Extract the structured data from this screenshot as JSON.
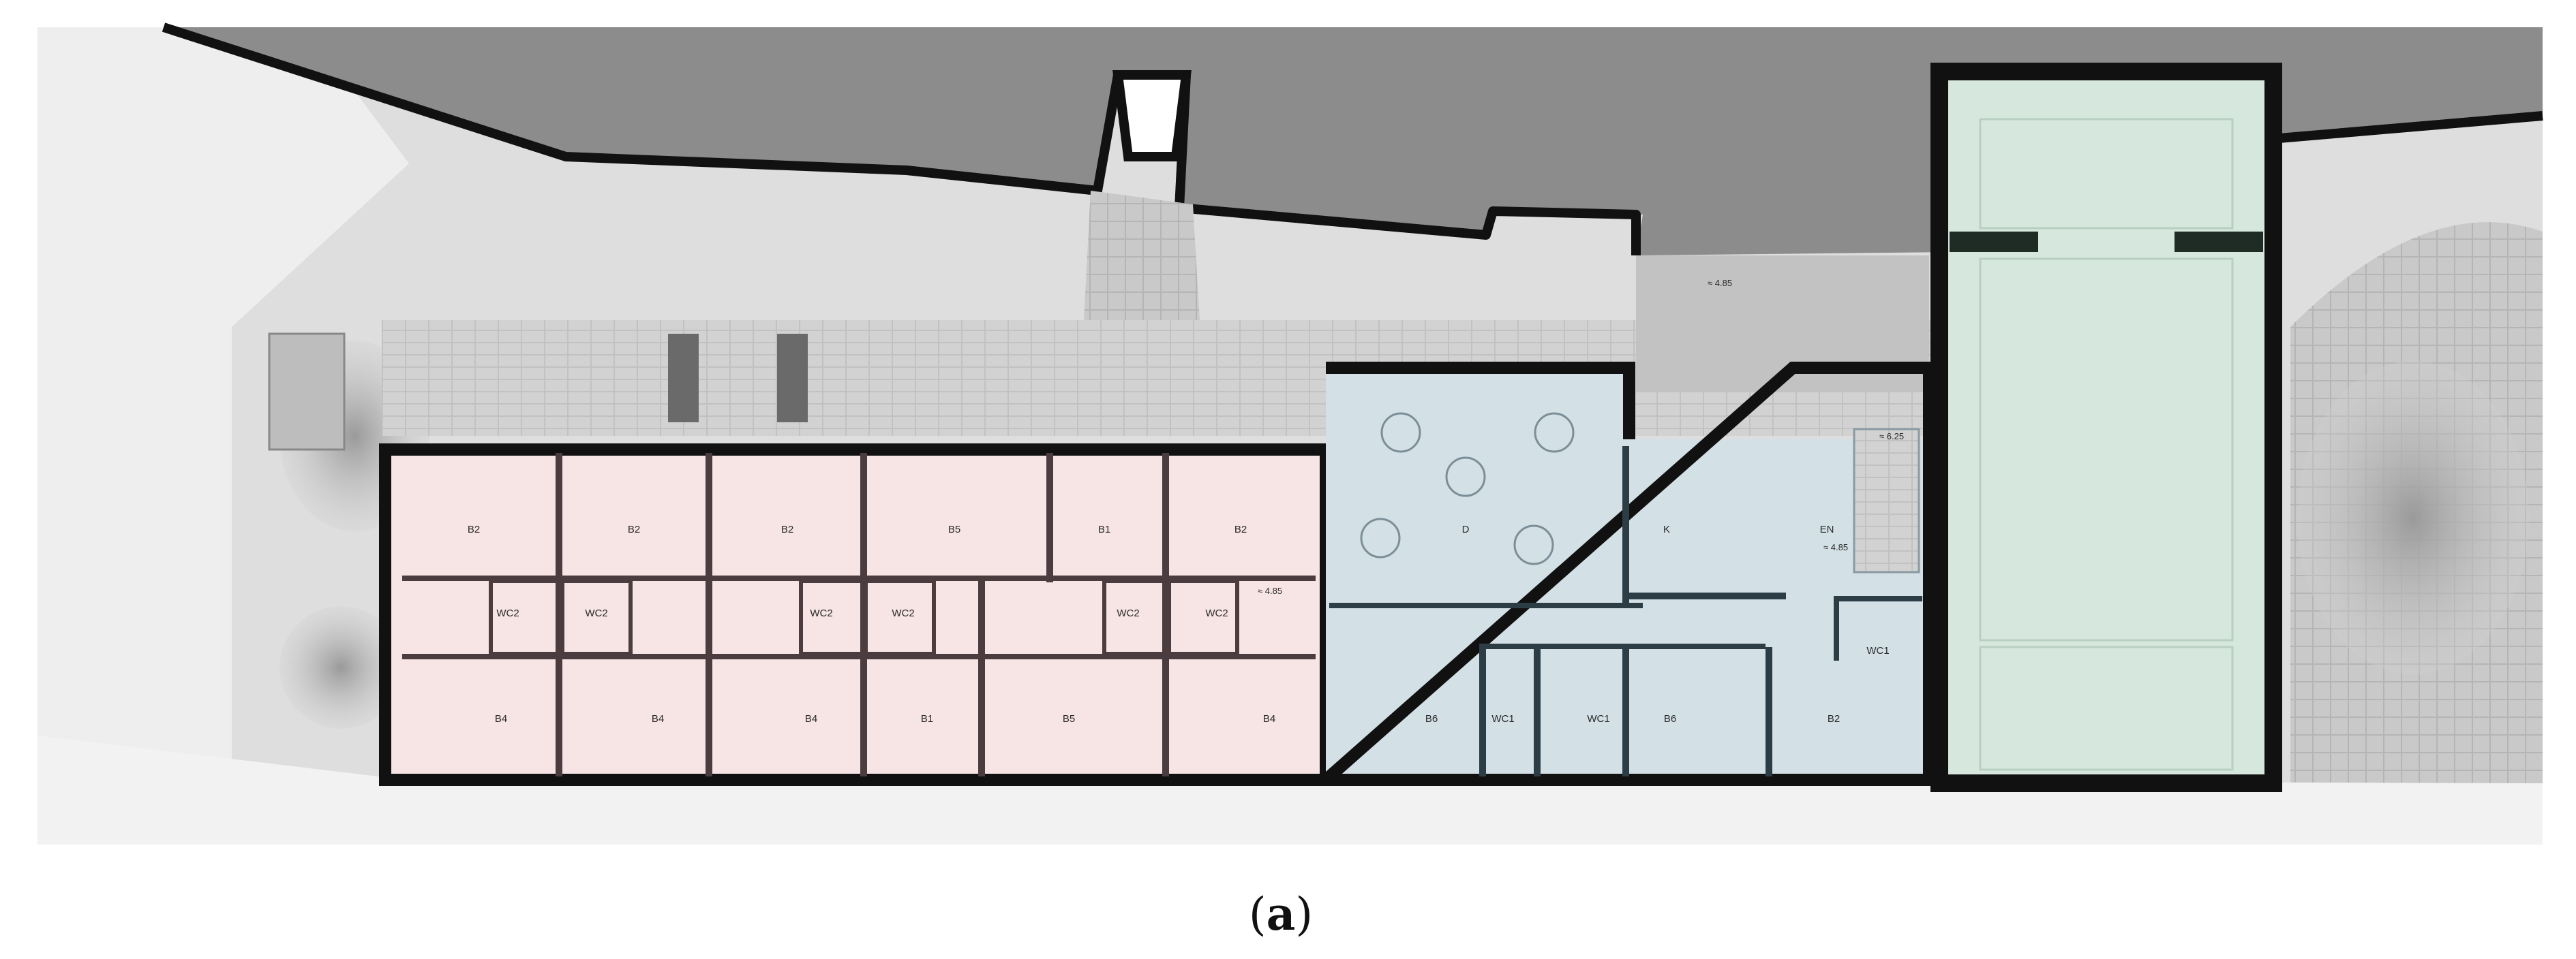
{
  "colors": {
    "rock": "#8e8e8e",
    "ground": "#d9d9d9",
    "paving": "#c4c4c4",
    "bedroom_wing": "#f7e4e4",
    "living_wing": "#d3e0e6",
    "hall_wing": "#d6e8dd",
    "wall": "#111111",
    "partition": "#4a3c3f"
  },
  "rooms": {
    "west_wing": {
      "north": [
        "B2",
        "B2",
        "B2",
        "B5",
        "B1",
        "B2"
      ],
      "south": [
        "B4",
        "B4",
        "B4",
        "B1",
        "B5",
        "B4"
      ],
      "wc": [
        "WC2",
        "WC2",
        "WC2",
        "WC2",
        "WC2",
        "WC2"
      ]
    },
    "dining": "D",
    "kitchen": "K",
    "entrance": "EN",
    "wc_east": "WC1",
    "south_east": [
      "B6",
      "WC1",
      "WC1",
      "B6",
      "B2"
    ]
  },
  "levels": {
    "terrace": "4.85",
    "west_wing": "4.85",
    "entrance": "4.85",
    "stair": "6.25"
  },
  "caption": {
    "open": "(",
    "letter": "a",
    "close": ")"
  }
}
